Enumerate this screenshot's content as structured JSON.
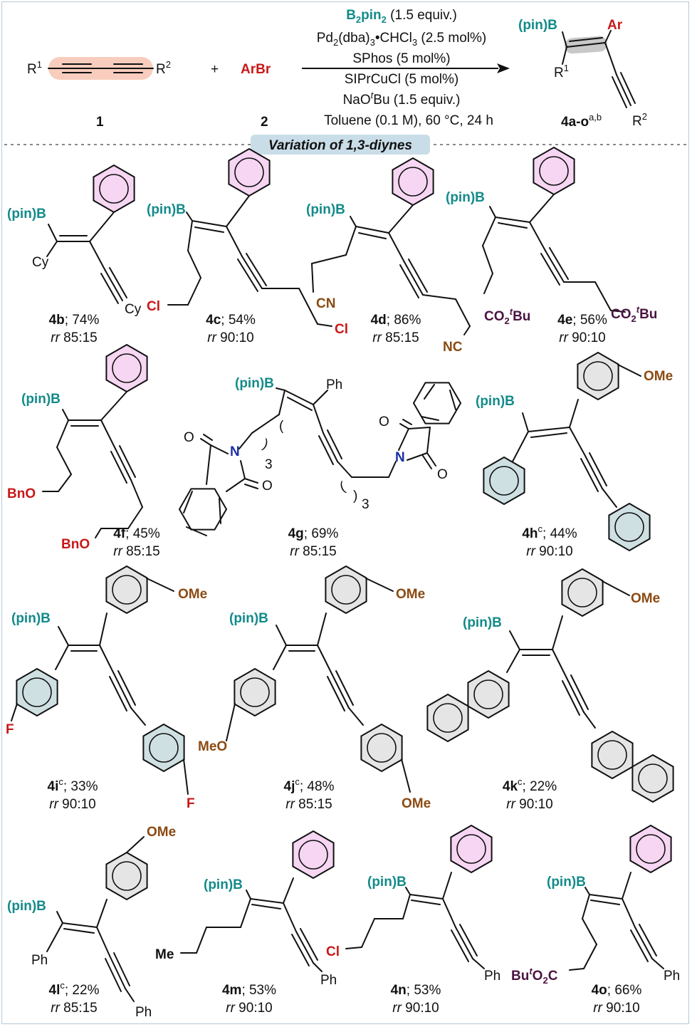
{
  "reaction": {
    "reagent1_main": "B",
    "reagent1_sub1": "2",
    "reagent1_mid": "pin",
    "reagent1_sub2": "2",
    "reagent1_tail": " (1.5 equiv.)",
    "reagent2_a": "Pd",
    "reagent2_s1": "2",
    "reagent2_b": "(dba)",
    "reagent2_s2": "3",
    "reagent2_c": "•CHCl",
    "reagent2_s3": "3",
    "reagent2_d": " (2.5 mol%)",
    "reagent3": "SPhos (5 mol%)",
    "reagent4": "SIPrCuCl (5 mol%)",
    "reagent5_a": "NaO",
    "reagent5_sup": "t",
    "reagent5_b": "Bu (1.5 equiv.)",
    "reagent6": "Toluene (0.1 M), 60 °C, 24 h",
    "diyne_r1": "R",
    "diyne_r1_sup": "1",
    "diyne_r2": "R",
    "diyne_r2_sup": "2",
    "plus": "+",
    "arbr": "ArBr",
    "label1": "1",
    "label2": "2",
    "product_bpin": "(pin)B",
    "product_ar": "Ar",
    "product_r1": "R",
    "product_r1_sup": "1",
    "product_r2": "R",
    "product_r2_sup": "2",
    "product_label": "4a-o",
    "product_label_sup": "a,b"
  },
  "section_title": "Variation of 1,3-diynes",
  "common": {
    "bpin": "(pin)B",
    "rr": "rr",
    "ph": "Ph",
    "cy": "Cy",
    "ome": "OMe",
    "meo": "MeO",
    "f": "F",
    "me": "Me",
    "cl": "Cl",
    "cn": "CN",
    "nc": "NC",
    "bno": "BnO",
    "n": "N",
    "o": "O",
    "three": "3",
    "co2": "CO",
    "co2_sub": "2",
    "co2_sup": "t",
    "co2_bu": "Bu",
    "but_a": "Bu",
    "but_sup": "t",
    "but_b": "O",
    "but_sub": "2",
    "but_c": "C"
  },
  "compounds": [
    {
      "id": "4b",
      "sup": "",
      "yield": "; 74%",
      "rr": " 85:15"
    },
    {
      "id": "4c",
      "sup": "",
      "yield": "; 54%",
      "rr": " 90:10"
    },
    {
      "id": "4d",
      "sup": "",
      "yield": "; 86%",
      "rr": " 85:15"
    },
    {
      "id": "4e",
      "sup": "",
      "yield": "; 56%",
      "rr": " 90:10"
    },
    {
      "id": "4f",
      "sup": "",
      "yield": "; 45%",
      "rr": " 85:15"
    },
    {
      "id": "4g",
      "sup": "",
      "yield": "; 69%",
      "rr": " 85:15"
    },
    {
      "id": "4h",
      "sup": "c",
      "yield": "; 44%",
      "rr": " 90:10"
    },
    {
      "id": "4i",
      "sup": "c",
      "yield": "; 33%",
      "rr": " 90:10"
    },
    {
      "id": "4j",
      "sup": "c",
      "yield": "; 48%",
      "rr": " 85:15"
    },
    {
      "id": "4k",
      "sup": "c",
      "yield": "; 22%",
      "rr": " 90:10"
    },
    {
      "id": "4l",
      "sup": "c",
      "yield": "; 22%",
      "rr": " 85:15"
    },
    {
      "id": "4m",
      "sup": "",
      "yield": "; 53%",
      "rr": " 90:10"
    },
    {
      "id": "4n",
      "sup": "",
      "yield": "; 53%",
      "rr": " 90:10"
    },
    {
      "id": "4o",
      "sup": "",
      "yield": "; 66%",
      "rr": " 90:10"
    }
  ],
  "colors": {
    "teal": "#138a8a",
    "red": "#c81818",
    "brown": "#8b4a12",
    "purple": "#4a1442",
    "pink_ring": "#f6d6f2",
    "green_ring": "#cfe0e3",
    "grey_ring": "#e5e5e5",
    "banner": "#c9dde8"
  }
}
